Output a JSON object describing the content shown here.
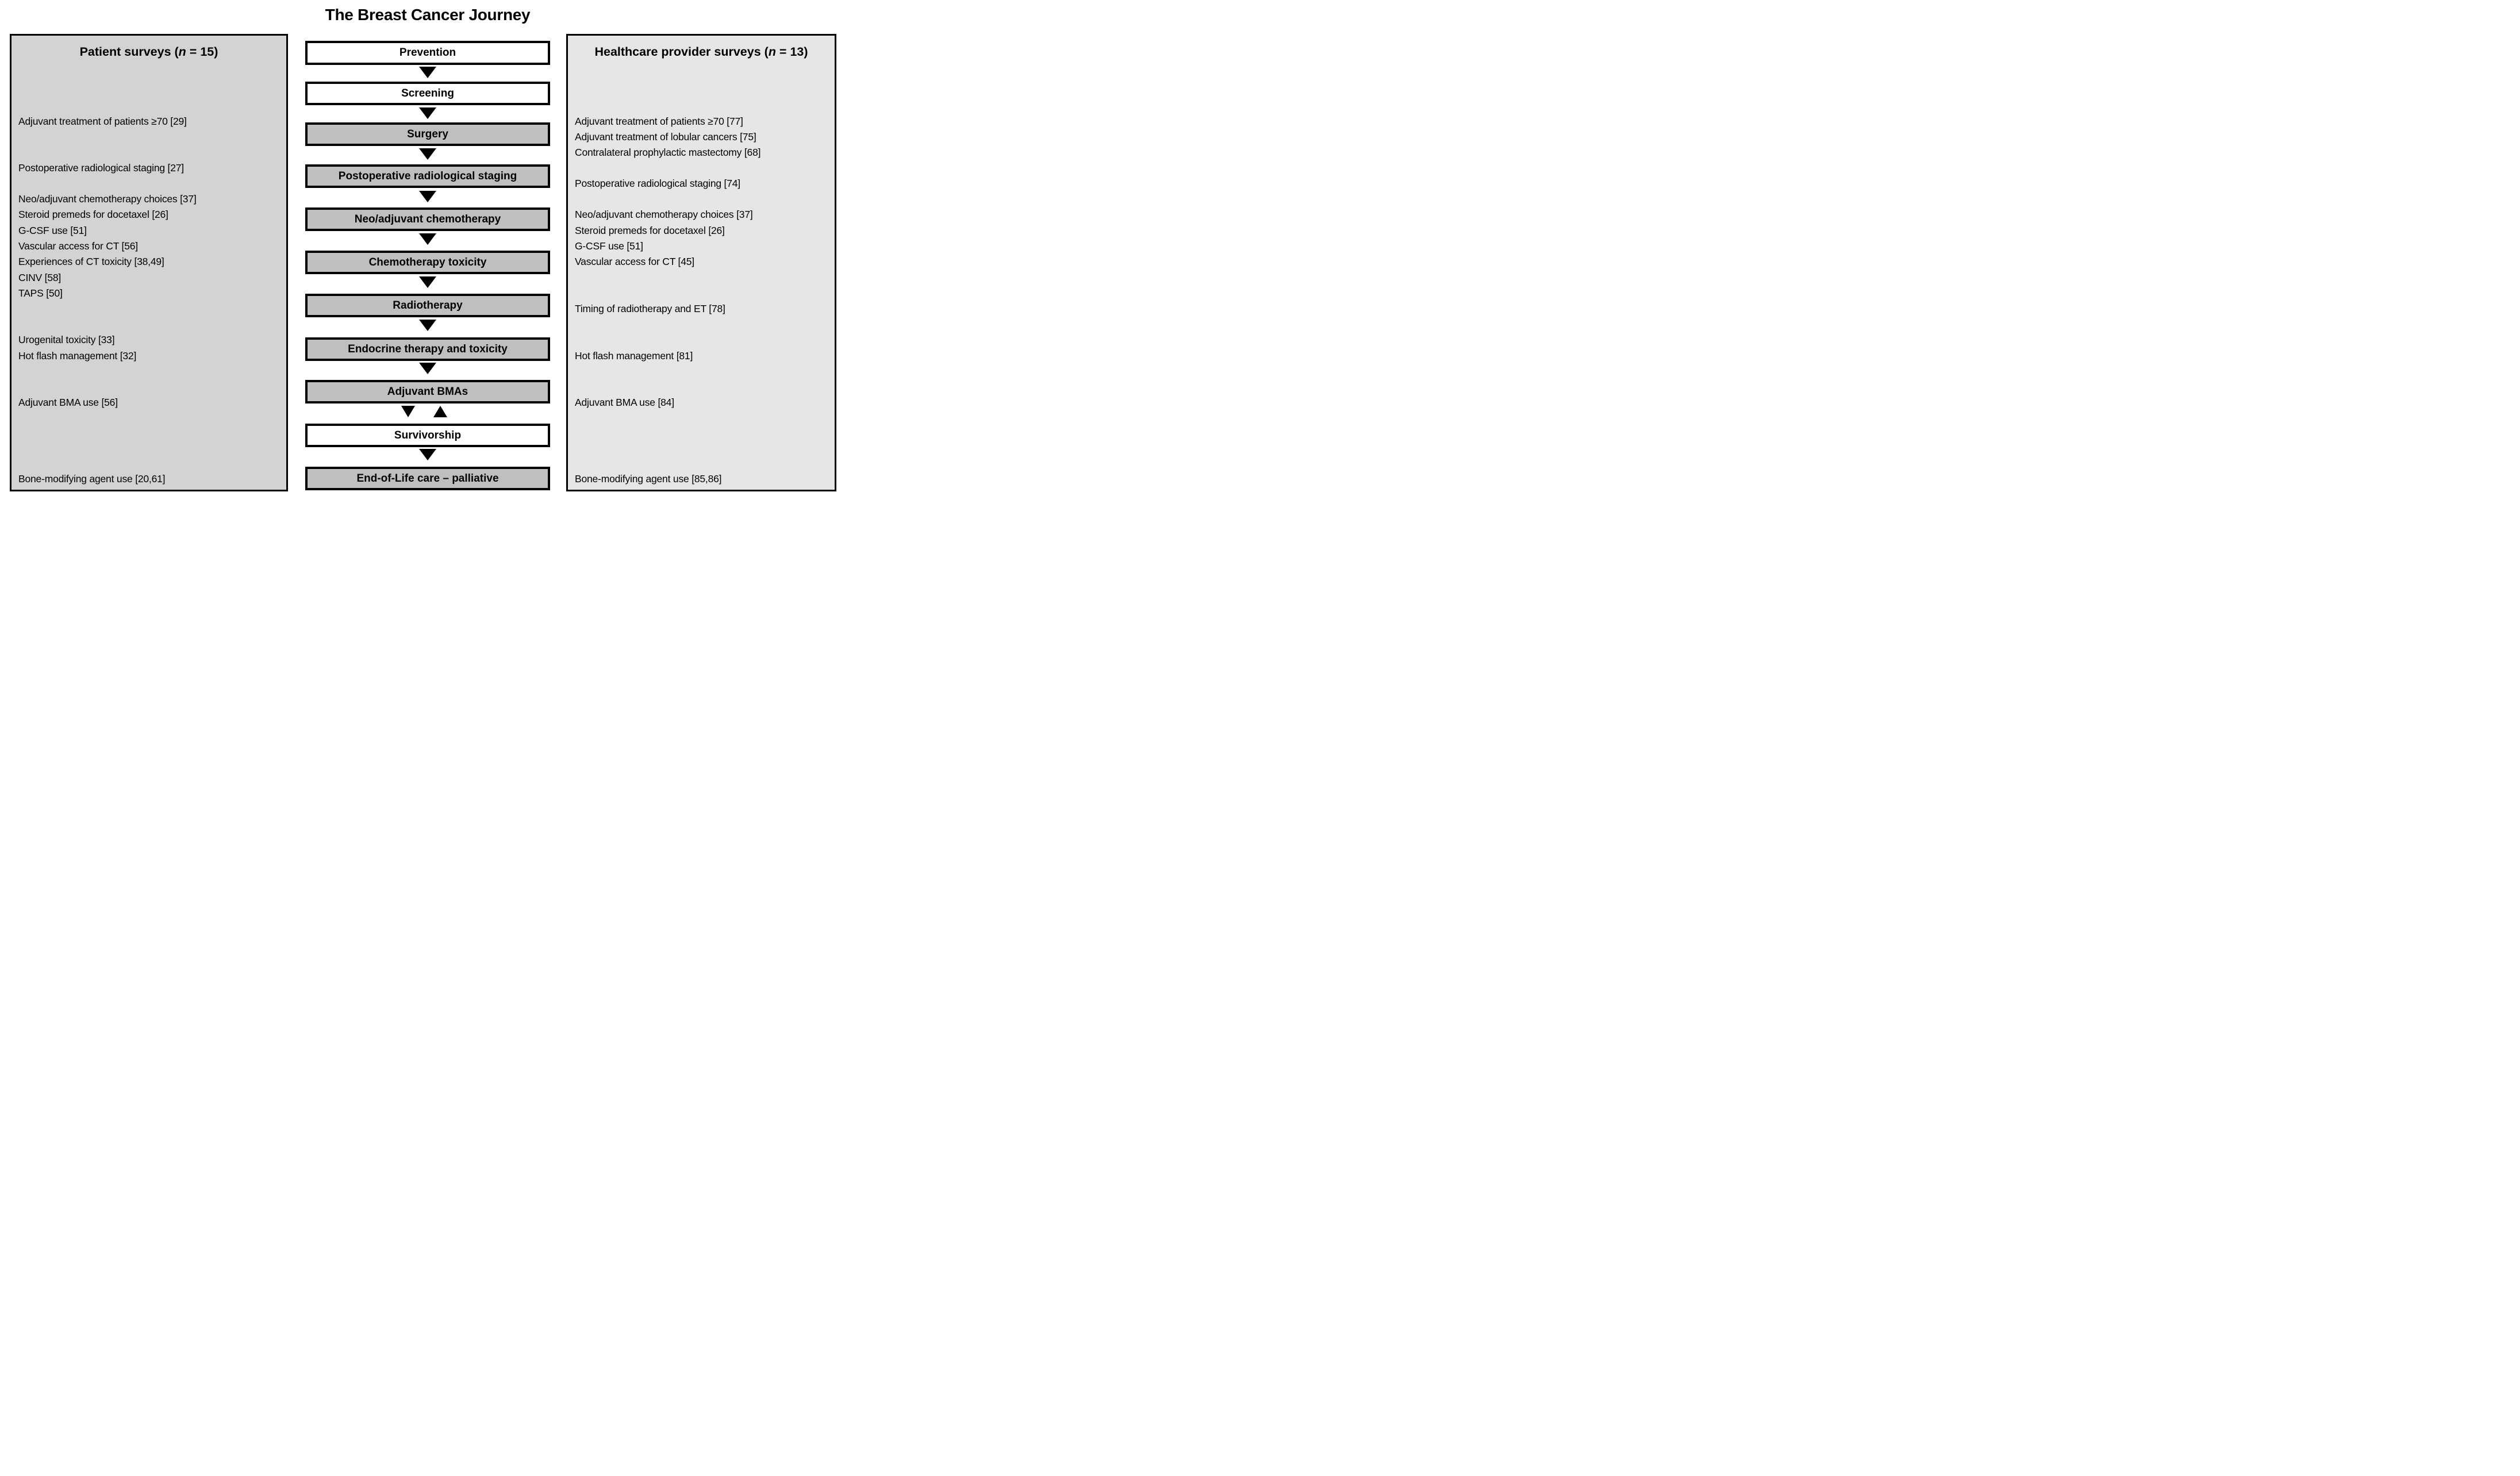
{
  "title": "The Breast Cancer Journey",
  "left_panel": {
    "header": {
      "prefix": "Patient surveys (",
      "n": "n",
      "suffix": " = 15)"
    },
    "items": [
      {
        "label": "Adjuvant treatment of patients ≥70 [29]"
      },
      {
        "label": "Postoperative radiological staging [27]"
      },
      {
        "label": "Neo/adjuvant chemotherapy choices [37]"
      },
      {
        "label": "Steroid premeds for docetaxel [26]"
      },
      {
        "label": "G-CSF use [51]"
      },
      {
        "label": "Vascular access for CT [56]"
      },
      {
        "label": "Experiences of CT toxicity [38,49]"
      },
      {
        "label": "CINV [58]"
      },
      {
        "label": "TAPS [50]"
      },
      {
        "label": "Urogenital toxicity [33]"
      },
      {
        "label": "Hot flash management [32]"
      },
      {
        "label": "Adjuvant BMA use [56]"
      },
      {
        "label": "Bone-modifying agent use [20,61]"
      }
    ]
  },
  "right_panel": {
    "header": {
      "prefix": "Healthcare provider surveys (",
      "n": "n",
      "suffix": " = 13)"
    },
    "items": [
      {
        "label": "Adjuvant treatment of patients ≥70 [77]"
      },
      {
        "label": "Adjuvant treatment of lobular cancers [75]"
      },
      {
        "label": "Contralateral prophylactic mastectomy [68]"
      },
      {
        "label": "Postoperative radiological staging [74]"
      },
      {
        "label": "Neo/adjuvant chemotherapy choices [37]"
      },
      {
        "label": "Steroid premeds for docetaxel [26]"
      },
      {
        "label": "G-CSF use [51]"
      },
      {
        "label": "Vascular access for CT [45]"
      },
      {
        "label": "Timing of radiotherapy and ET [78]"
      },
      {
        "label": "Hot flash management [81]"
      },
      {
        "label": "Adjuvant BMA use [84]"
      },
      {
        "label": "Bone-modifying agent use [85,86]"
      }
    ]
  },
  "flow": {
    "stages": [
      {
        "label": "Prevention",
        "variant": "white"
      },
      {
        "label": "Screening",
        "variant": "white"
      },
      {
        "label": "Surgery",
        "variant": "gray"
      },
      {
        "label": "Postoperative radiological staging",
        "variant": "gray"
      },
      {
        "label": "Neo/adjuvant chemotherapy",
        "variant": "gray"
      },
      {
        "label": "Chemotherapy toxicity",
        "variant": "gray"
      },
      {
        "label": "Radiotherapy",
        "variant": "gray"
      },
      {
        "label": "Endocrine therapy and toxicity",
        "variant": "gray"
      },
      {
        "label": "Adjuvant BMAs",
        "variant": "gray"
      },
      {
        "label": "Survivorship",
        "variant": "white"
      },
      {
        "label": "End-of-Life care – palliative",
        "variant": "gray"
      }
    ]
  },
  "colors": {
    "left_panel_bg": "#d3d3d3",
    "right_panel_bg": "#e6e6e6",
    "gray_box_bg": "#bfbfbf",
    "white_box_bg": "#ffffff",
    "border": "#000000"
  }
}
